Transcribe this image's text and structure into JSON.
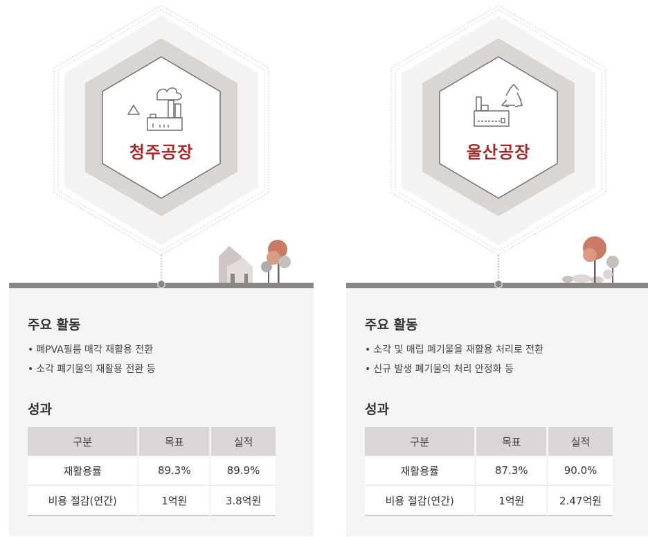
{
  "theme": {
    "accent": "#a52a2a",
    "hex_outer": "#f4f3f2",
    "hex_mid": "#d9d5d3",
    "ground": "#8b8686",
    "panel": "#f4f4f2"
  },
  "plants": [
    {
      "name": "청주공장",
      "icon": "factory-recycle-icon",
      "activities_title": "주요 활동",
      "activities": [
        "폐PVA필름 매각 재활용 전환",
        "소각 폐기물의 재활용 전환 등"
      ],
      "results_title": "성과",
      "table": {
        "headers": [
          "구분",
          "목표",
          "실적"
        ],
        "rows": [
          [
            "재활용률",
            "89.3%",
            "89.9%"
          ],
          [
            "비용 절감(연간)",
            "1억원",
            "3.8억원"
          ]
        ]
      }
    },
    {
      "name": "울산공장",
      "icon": "factory-recycle-icon",
      "activities_title": "주요 활동",
      "activities": [
        "소각 및 매립 폐기물을 재활용 처리로 전환",
        "신규 발생 폐기물의 처리 안정화 등"
      ],
      "results_title": "성과",
      "table": {
        "headers": [
          "구분",
          "목표",
          "실적"
        ],
        "rows": [
          [
            "재활용률",
            "87.3%",
            "90.0%"
          ],
          [
            "비용 절감(연간)",
            "1억원",
            "2.47억원"
          ]
        ]
      }
    }
  ]
}
